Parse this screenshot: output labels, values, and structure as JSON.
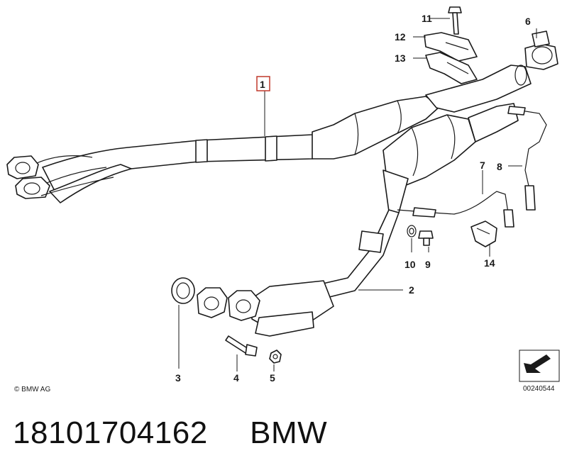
{
  "callouts": {
    "c1": "1",
    "c2": "2",
    "c3": "3",
    "c4": "4",
    "c5": "5",
    "c6": "6",
    "c7": "7",
    "c8": "8",
    "c9": "9",
    "c10": "10",
    "c11": "11",
    "c12": "12",
    "c13": "13",
    "c14": "14"
  },
  "copyright": "© BMW AG",
  "diagram_number": "00240544",
  "caption": {
    "part_number": "18101704162",
    "brand": "BMW"
  },
  "colors": {
    "line": "#1a1a1a",
    "highlight_box": "#c0392b",
    "background": "#ffffff"
  }
}
